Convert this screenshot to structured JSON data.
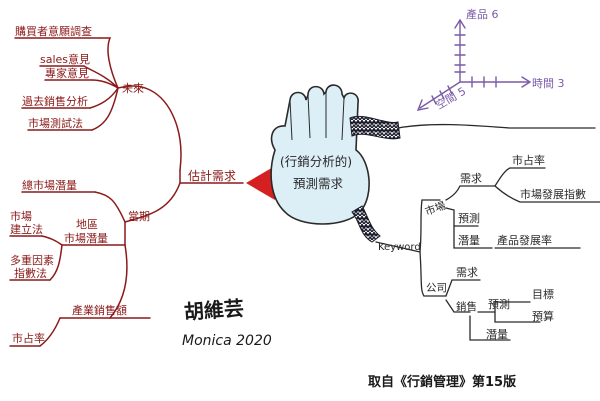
{
  "center": {
    "line1": "(行銷分析的)",
    "line2": "預測需求"
  },
  "estimate": {
    "label": "估計需求"
  },
  "future": {
    "label": "未來",
    "items": [
      "購買者意願調查",
      "sales意見",
      "專家意見",
      "過去銷售分析",
      "市場測試法"
    ]
  },
  "current": {
    "label": "當期",
    "total_market": "總市場潛量",
    "area_market": {
      "line1": "地區",
      "line2": "市場潛量"
    },
    "market_build": {
      "line1": "市場",
      "line2": "建立法"
    },
    "multi_factor": {
      "line1": "多重因素",
      "line2": "指數法"
    },
    "industry_sales": "產業銷售額",
    "market_share": "市占率"
  },
  "keyword": {
    "label": "Keyword",
    "market": {
      "label": "市場",
      "demand": "需求",
      "market_share": "市占率",
      "development_index": "市場發展指數",
      "forecast": "預測",
      "potential": "潛量",
      "product_development_rate": "產品發展率"
    },
    "company": {
      "label": "公司",
      "demand": "需求",
      "sales": "銷售",
      "forecast": "預測",
      "target": "目標",
      "budget": "預算",
      "potential": "潛量"
    }
  },
  "axes": {
    "product": "產品 6",
    "time": "時間 3",
    "space": "空間 5"
  },
  "signature": {
    "name": "胡維芸",
    "text": "Monica 2020"
  },
  "source": "取自《行銷管理》第15版",
  "colors": {
    "ink": "#8b1a1a",
    "dark": "#2a2a2a",
    "purple": "#7a5aa8",
    "hand": "#dceef6"
  }
}
